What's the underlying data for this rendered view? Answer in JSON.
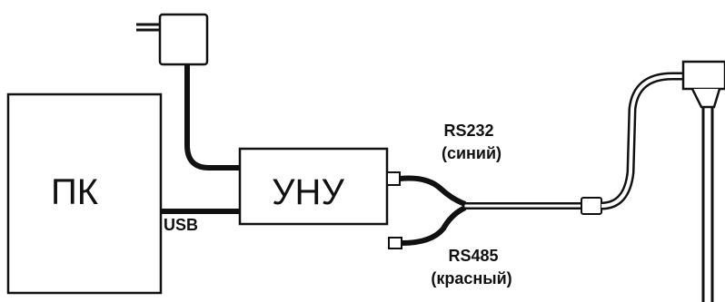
{
  "diagram": {
    "pc": {
      "label": "ПК"
    },
    "unu": {
      "label": "УНУ"
    },
    "usb": {
      "label": "USB"
    },
    "rs232": {
      "label": "RS232",
      "color_label": "(синий)"
    },
    "rs485": {
      "label": "RS485",
      "color_label": "(красный)"
    },
    "colors": {
      "line": "#111111",
      "background": "#ffffff"
    }
  }
}
